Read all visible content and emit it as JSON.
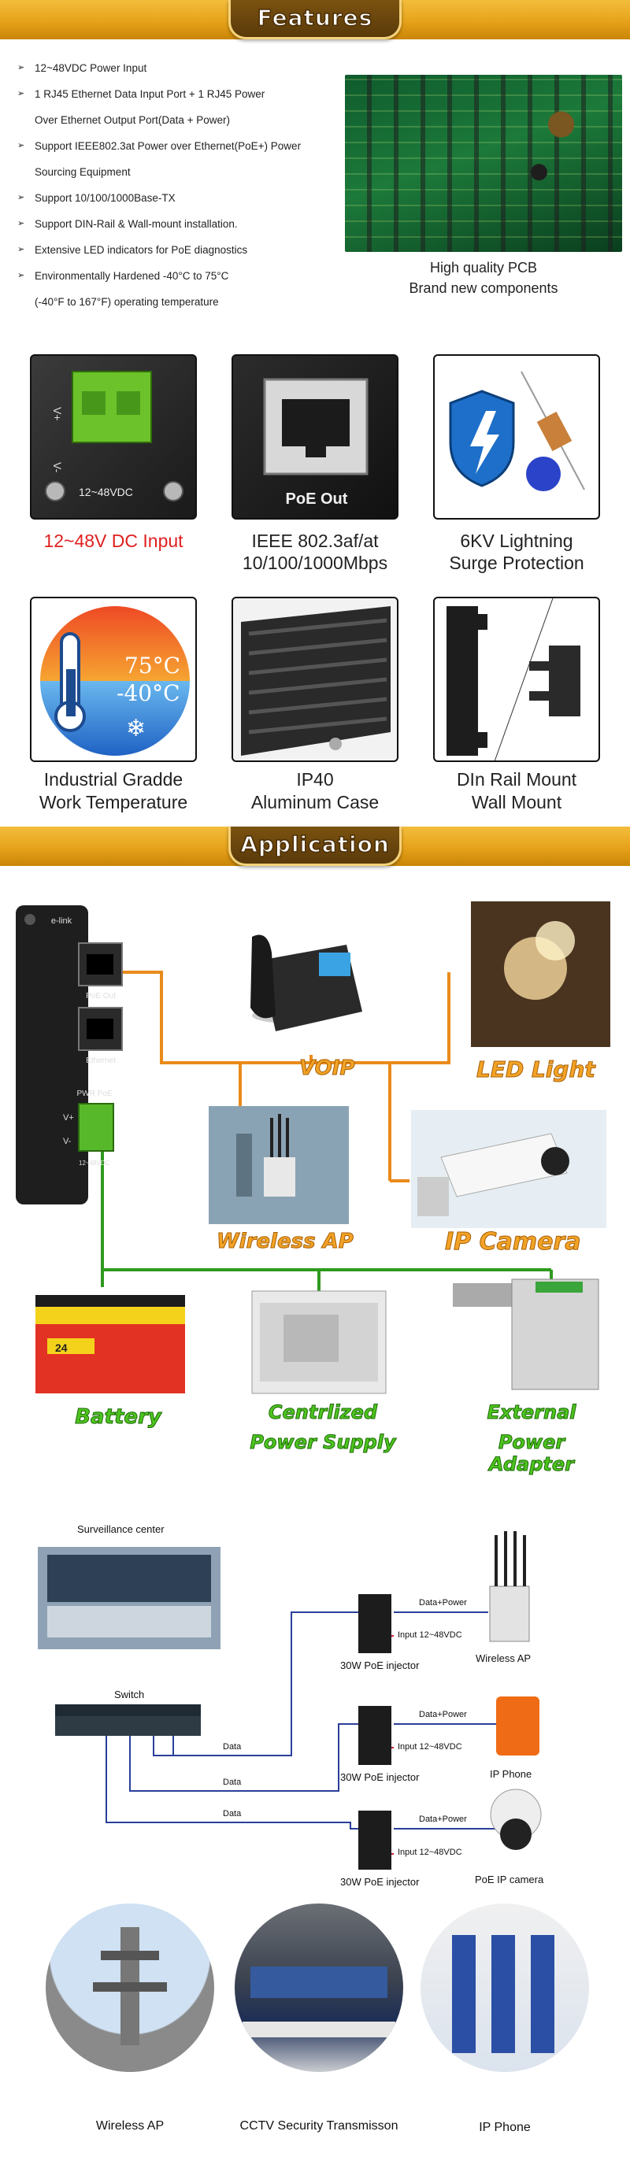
{
  "features_banner": {
    "title": "Features"
  },
  "feature_list": [
    {
      "text": "12~48VDC Power Input",
      "bullet": true
    },
    {
      "text": "1 RJ45 Ethernet Data Input Port + 1 RJ45 Power",
      "bullet": true
    },
    {
      "text": "Over Ethernet Output Port(Data + Power)",
      "bullet": false
    },
    {
      "text": "Support IEEE802.3at Power over Ethernet(PoE+) Power",
      "bullet": true
    },
    {
      "text": "Sourcing Equipment",
      "bullet": false
    },
    {
      "text": "Support 10/100/1000Base-TX",
      "bullet": true
    },
    {
      "text": "Support DIN-Rail & Wall-mount installation.",
      "bullet": true
    },
    {
      "text": "Extensive LED indicators for PoE diagnostics",
      "bullet": true
    },
    {
      "text": "Environmentally Hardened -40°C to 75°C",
      "bullet": true
    },
    {
      "text": "(-40°F to 167°F) operating temperature",
      "bullet": false
    }
  ],
  "bullet_glyph": "➢",
  "pcb": {
    "line1": "High quality PCB",
    "line2": "Brand new components"
  },
  "tiles": [
    {
      "line1": "12~48V DC Input",
      "line2": "",
      "inner_text": "12~48VDC",
      "red": true
    },
    {
      "line1": "IEEE 802.3af/at",
      "line2": "10/100/1000Mbps",
      "inner_text": "PoE Out",
      "red": false
    },
    {
      "line1": "6KV Lightning",
      "line2": "Surge Protection",
      "red": false
    },
    {
      "line1": "Industrial Gradde",
      "line2": "Work Temperature",
      "temp_hi": "75°C",
      "temp_lo": "-40°C",
      "red": false
    },
    {
      "line1": "IP40",
      "line2": "Aluminum Case",
      "red": false
    },
    {
      "line1": "DIn Rail Mount",
      "line2": "Wall Mount",
      "red": false
    }
  ],
  "application_banner": {
    "title": "Application"
  },
  "device": {
    "brand": "e-link",
    "port1": "PoE Out",
    "port2": "Ethernet",
    "leds": "PWR PoE",
    "vplus": "V+",
    "vminus": "V-",
    "voltage": "12~48VDC"
  },
  "app_labels": {
    "voip": "VOIP",
    "led_light": "LED Light",
    "wireless_ap": "Wireless AP",
    "ip_camera": "IP Camera",
    "battery": "Battery",
    "central_l1": "Centrlized",
    "central_l2": "Power Supply",
    "external_l1": "External",
    "external_l2": "Power Adapter",
    "battery_badge": "24"
  },
  "network": {
    "surveillance_center": "Surveillance center",
    "switch": "Switch",
    "data": "Data",
    "data_power": "Data+Power",
    "injector": "30W PoE injector",
    "input": "Input 12~48VDC",
    "wireless_ap": "Wireless AP",
    "ip_phone": "IP Phone",
    "poe_ip_camera": "PoE IP camera"
  },
  "bottom": {
    "c1": "Wireless AP",
    "c2": "CCTV Security Transmisson",
    "c3": "IP  Phone"
  },
  "colors": {
    "banner_gold": "#e6a21a",
    "orange_line": "#e98b1a",
    "green_line": "#2e9a1e",
    "blue_line": "#2a3f9a",
    "red_text": "#e01f1f"
  }
}
